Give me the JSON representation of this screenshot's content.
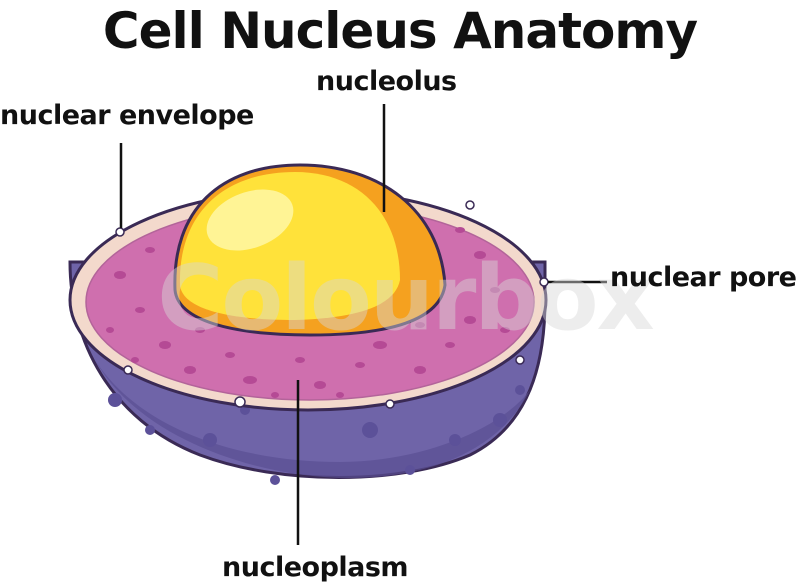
{
  "title": "Cell Nucleus Anatomy",
  "labels": {
    "nuclear_envelope": "nuclear envelope",
    "nucleolus": "nucleolus",
    "nuclear_pore": "nuclear pore",
    "nucleoplasm": "nucleoplasm"
  },
  "watermark": "Colourbox",
  "colors": {
    "outer_shell": "#6f64a8",
    "envelope": "#f3d9cc",
    "nucleoplasm": "#cf6fae",
    "speckles": "#b54a95",
    "nucleolus_yellow": "#ffe23a",
    "nucleolus_orange": "#f5a11f",
    "outline": "#3a2a55"
  }
}
